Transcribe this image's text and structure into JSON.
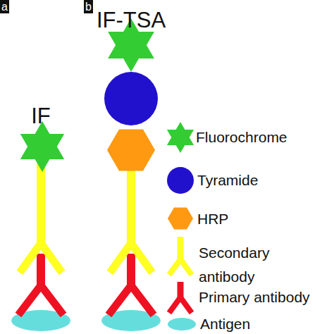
{
  "diagram": {
    "labels": [
      "a",
      "b",
      "IF-TSA",
      "IF"
    ],
    "legend": [
      {
        "text": "Fluorochrome",
        "color": "#33cc33"
      },
      {
        "text": "Tyramide",
        "color": "#2211cc"
      },
      {
        "text": "HRP",
        "color": "#ff9911"
      },
      {
        "text": "Secondary antibody",
        "color": "#ffff22"
      },
      {
        "text": "Primary antibody",
        "color": "#ee1122"
      },
      {
        "text": "Antigen",
        "color": "#66dddd"
      }
    ]
  }
}
